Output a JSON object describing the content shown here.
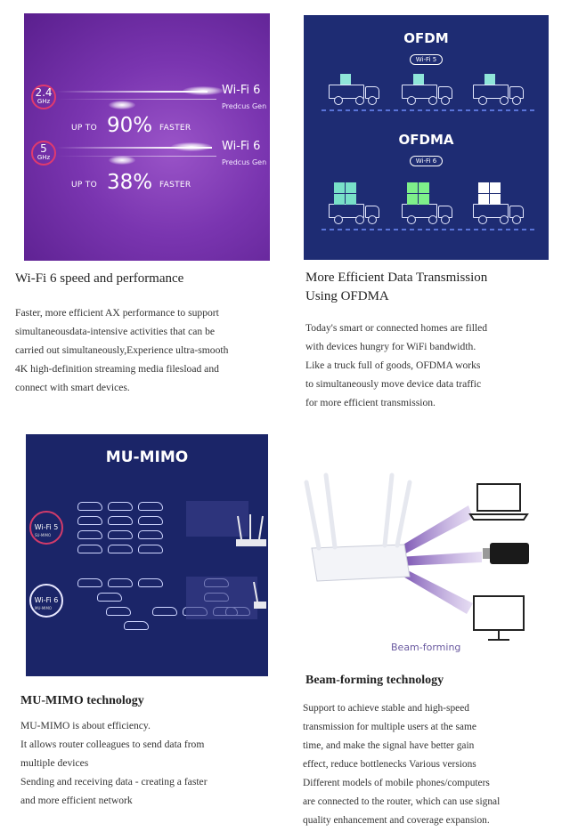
{
  "panel1": {
    "band1": {
      "num": "2.4",
      "unit": "GHz"
    },
    "band2": {
      "num": "5",
      "unit": "GHz"
    },
    "row1": {
      "label": "Wi-Fi 6",
      "sub": "Predcus Gen",
      "up": "UP TO",
      "value": "90%",
      "faster": "FASTER"
    },
    "row2": {
      "label": "Wi-Fi 6",
      "sub": "Predcus Gen",
      "up": "UP TO",
      "value": "38%",
      "faster": "FASTER"
    }
  },
  "panel2": {
    "ofdm": "OFDM",
    "ofdm_pill": "Wi-Fi 5",
    "ofdma": "OFDMA",
    "ofdma_pill": "Wi-Fi 6",
    "colors": {
      "box_top": "#8fe6d9",
      "box_g1": "#78e0c8",
      "box_g2": "#7ef08a",
      "box_g3": "#ffffff"
    }
  },
  "panel3": {
    "title": "MU-MIMO",
    "wifi5": "Wi-Fi 5",
    "wifi5_sub": "SU-MIMO",
    "wifi6": "Wi-Fi 6",
    "wifi6_sub": "MU-MIMO"
  },
  "panel4": {
    "caption": "Beam-forming",
    "colors": {
      "beam": "#7a4fb0"
    }
  },
  "sections": {
    "s1": {
      "heading": "Wi-Fi 6 speed and performance",
      "lines": [
        "Faster, more efficient AX performance to support",
        "simultaneousdata-intensive activities that can be",
        "carried out simultaneously,Experience ultra-smooth",
        "4K high-definition streaming media filesload and",
        "connect with smart devices."
      ]
    },
    "s2": {
      "heading_lines": [
        "More Efficient Data Transmission",
        "Using OFDMA"
      ],
      "lines": [
        "Today's smart or connected homes are filled",
        "with devices hungry for WiFi bandwidth.",
        "Like a truck full of goods, OFDMA works",
        "to simultaneously move device data traffic",
        "for more efficient transmission."
      ]
    },
    "s3": {
      "heading": "MU-MIMO technology",
      "lines": [
        "MU-MIMO is about efficiency.",
        "It allows router colleagues to send data from",
        "multiple devices",
        "Sending and receiving data - creating a faster",
        "and more efficient network"
      ]
    },
    "s4": {
      "heading": "Beam-forming technology",
      "lines": [
        "Support to achieve stable and high-speed",
        "transmission for multiple users at the same",
        "time, and make the signal have better gain",
        "effect, reduce bottlenecks Various versions",
        "Different models of mobile phones/computers",
        "are connected to the router, which can use signal",
        "quality enhancement and coverage expansion."
      ]
    }
  }
}
